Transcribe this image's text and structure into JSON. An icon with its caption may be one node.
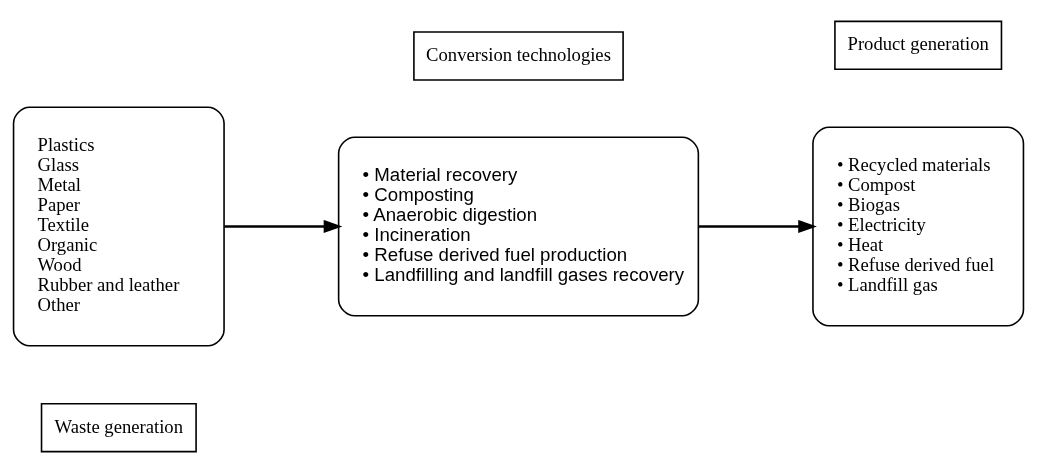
{
  "diagram": {
    "nodes": [
      {
        "text": [
          "Waste generation"
        ]
      },
      {
        "text": [
          "Plastics",
          "Glass",
          "Metal",
          "Paper",
          "Textile",
          "Organic",
          "Wood",
          "Rubber and leather",
          "Other"
        ]
      },
      {
        "text": [
          "Conversion technologies"
        ]
      },
      {
        "text": [
          "• Material recovery",
          "• Composting",
          "• Anaerobic digestion",
          "• Incineration",
          "• Refuse derived fuel production",
          "• Landfilling and landfill gases recovery"
        ]
      },
      {
        "text": [
          "Product generation"
        ]
      },
      {
        "text": [
          "• Recycled materials",
          "• Compost",
          "• Biogas",
          "• Electricity",
          "• Heat",
          "• Refuse derived fuel",
          "• Landfill gas"
        ]
      }
    ],
    "edges": [
      {
        "from": 1,
        "to": 3,
        "arrow": "to"
      },
      {
        "from": 3,
        "to": 5,
        "arrow": "to"
      }
    ]
  }
}
